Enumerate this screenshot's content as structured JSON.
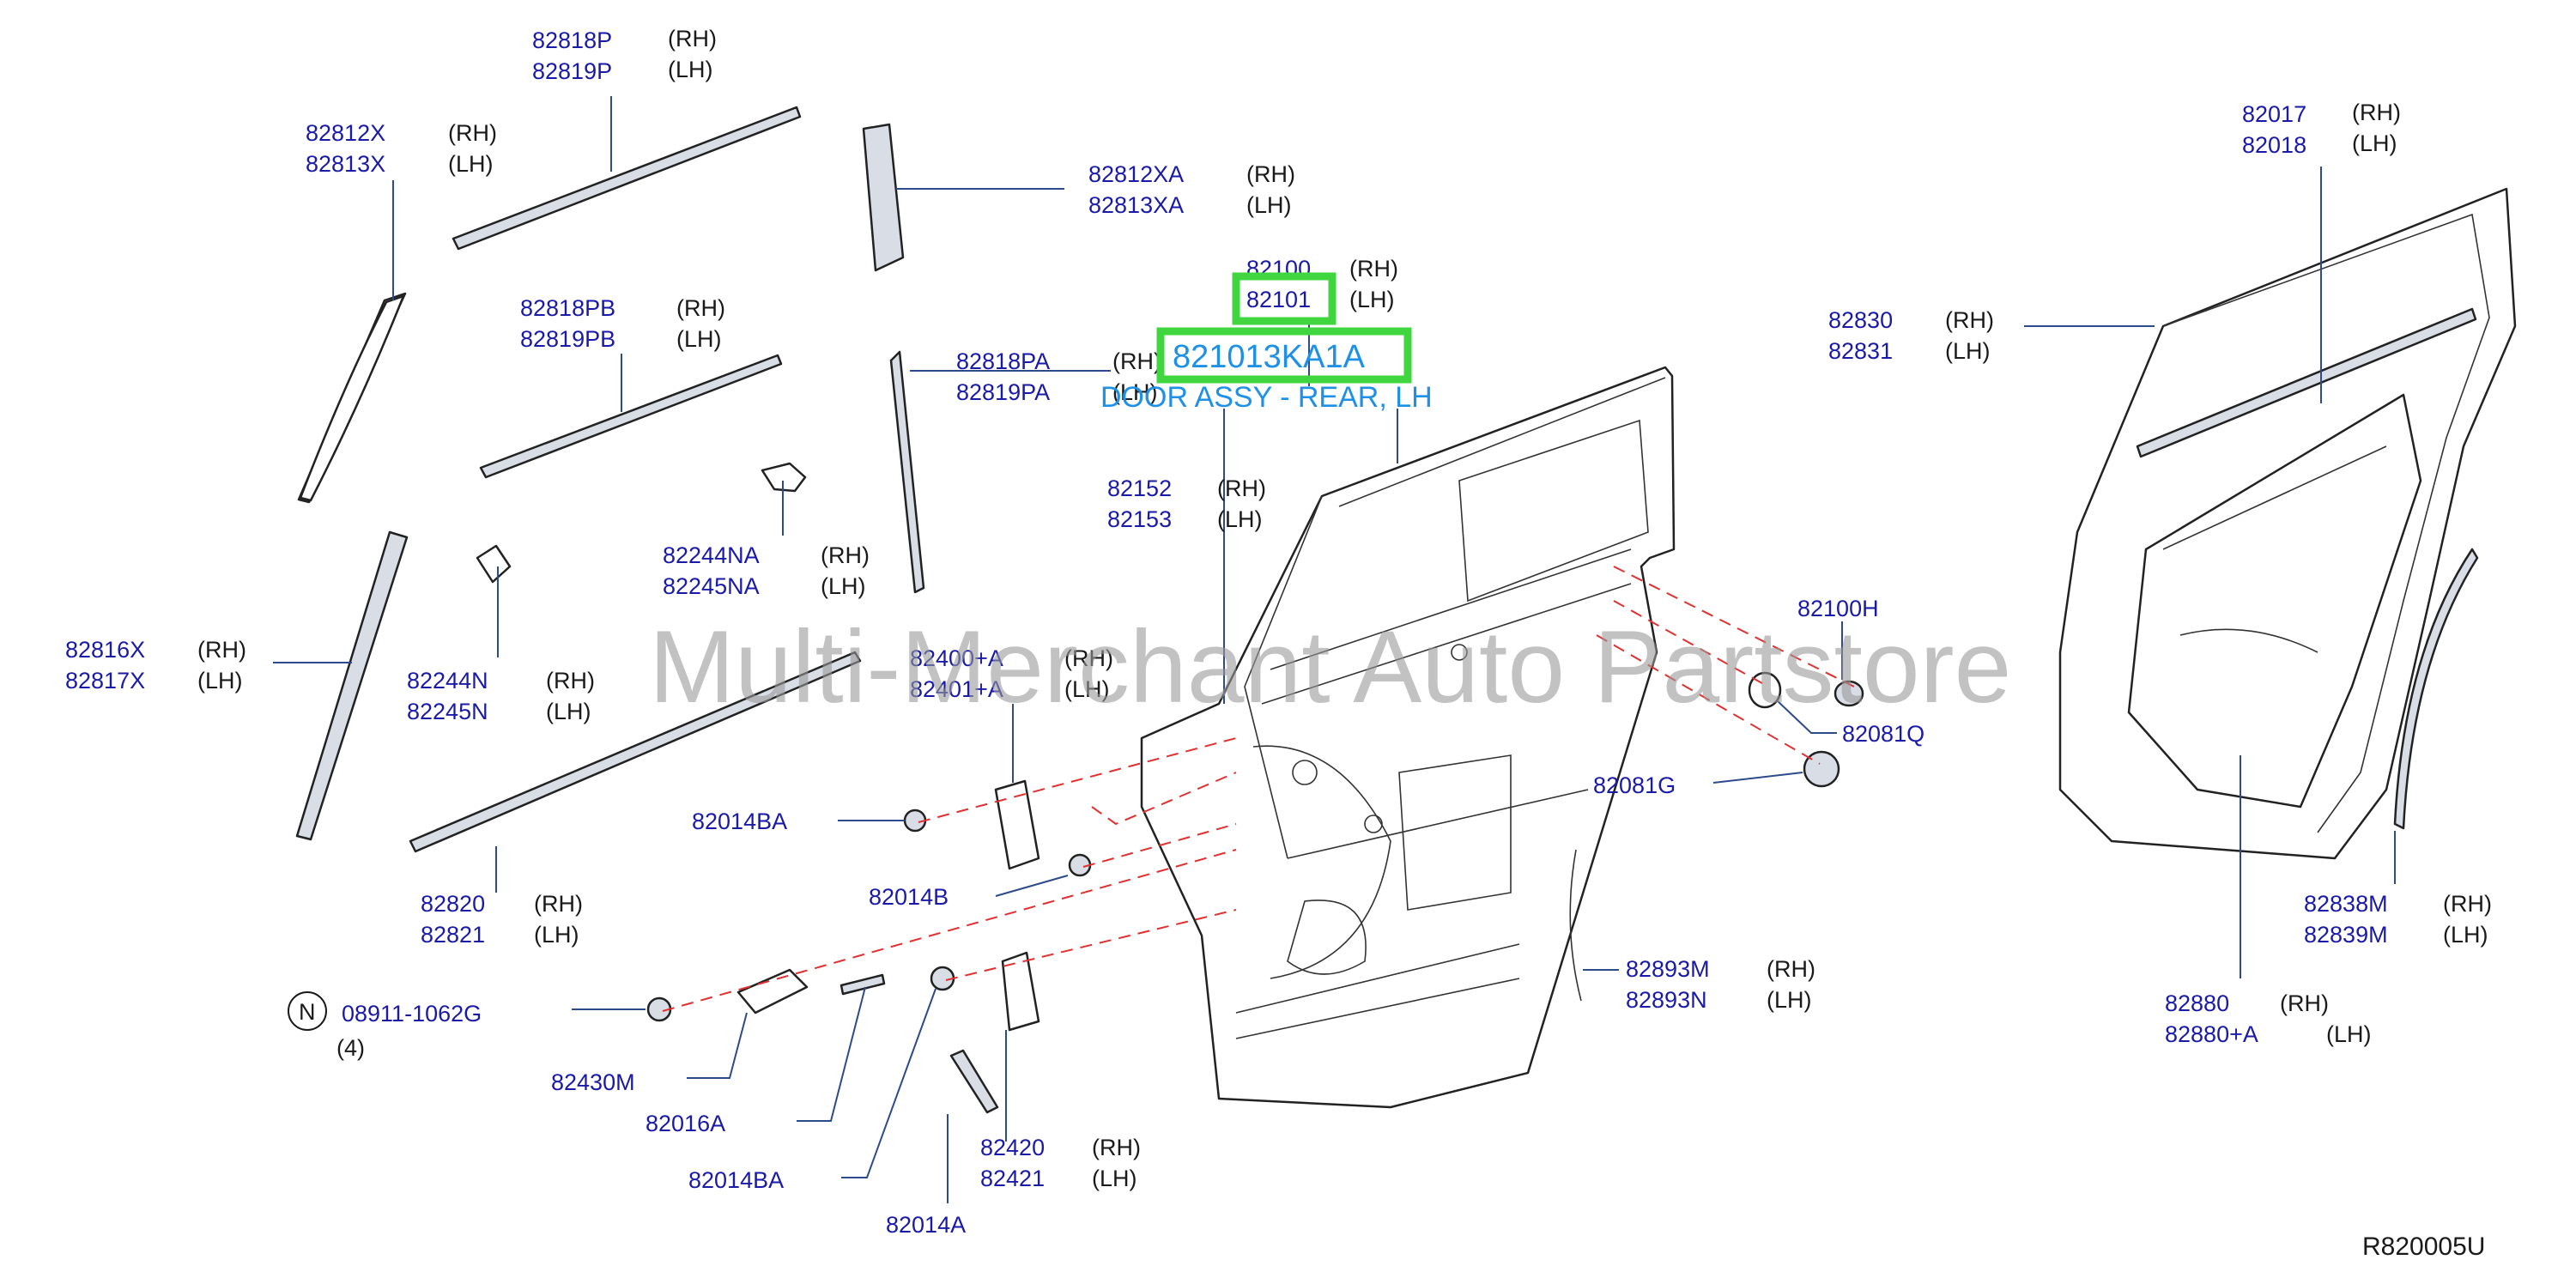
{
  "watermark": "Multi-Merchant Auto Partstore",
  "diagram_ref": "R820005U",
  "highlight": {
    "part_number": "821013KA1A",
    "description": "DOOR ASSY - REAR, LH"
  },
  "labels": {
    "p82818P": "82818P",
    "p82819P": "82819P",
    "p82812X": "82812X",
    "p82813X": "82813X",
    "p82812XA": "82812XA",
    "p82813XA": "82813XA",
    "p82818PB": "82818PB",
    "p82819PB": "82819PB",
    "p82818PA": "82818PA",
    "p82819PA": "82819PA",
    "p82244NA": "82244NA",
    "p82245NA": "82245NA",
    "p82816X": "82816X",
    "p82817X": "82817X",
    "p82244N": "82244N",
    "p82245N": "82245N",
    "p82100": "82100",
    "p82101": "82101",
    "p82152": "82152",
    "p82153": "82153",
    "p82400A": "82400+A",
    "p82401A": "82401+A",
    "p82014BA_1": "82014BA",
    "p82014B": "82014B",
    "p82820": "82820",
    "p82821": "82821",
    "n_symbol": "N",
    "p08911": "08911-1062G",
    "qty4": "(4)",
    "p82430M": "82430M",
    "p82016A": "82016A",
    "p82014BA_2": "82014BA",
    "p82420": "82420",
    "p82421": "82421",
    "p82014A": "82014A",
    "p82100H": "82100H",
    "p82081Q": "82081Q",
    "p82081G": "82081G",
    "p82893M": "82893M",
    "p82893N": "82893N",
    "p82017": "82017",
    "p82018": "82018",
    "p82830": "82830",
    "p82831": "82831",
    "p82838M": "82838M",
    "p82839M": "82839M",
    "p82880": "82880",
    "p82880A": "82880+A",
    "rh": "(RH)",
    "lh": "(LH)"
  },
  "colors": {
    "part_number": "#1a1aa8",
    "highlight_text": "#1e90e6",
    "highlight_box": "#3fd63f",
    "dashed_guide": "#e03030"
  }
}
